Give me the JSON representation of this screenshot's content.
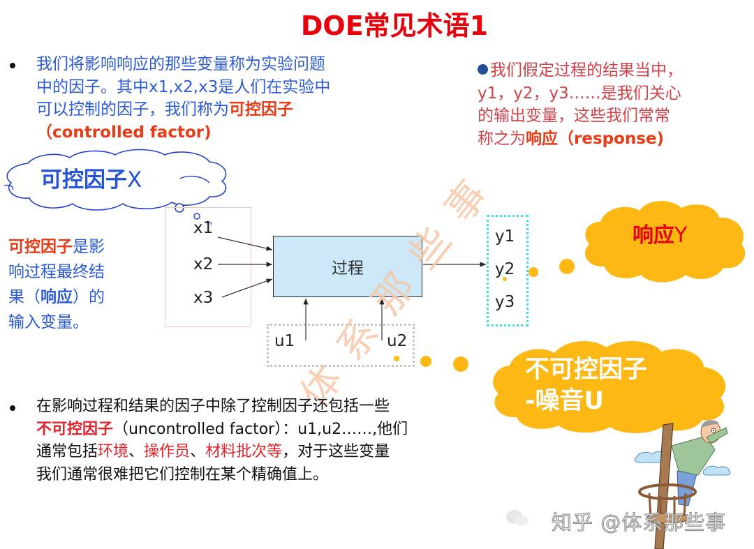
{
  "title": "DOE常见术语1",
  "colors": {
    "title_red": "#e8000b",
    "body_blue": "#2a5ad6",
    "accent_red": "#e83a14",
    "right_text": "#d0424a",
    "cloud_yellow": "#fdb813",
    "process_fill": "#cde9f9",
    "output_box_border": "#3ee0e0"
  },
  "top_left_paragraph": {
    "line1": "我们将影响响应的那些变量称为实验问题",
    "line2": "中的因子。其中x1,x2,x3是人们在实验中",
    "line3_prefix": "可以控制的因子，我们称为",
    "line3_highlight": "可控因子",
    "line4": "（controlled factor)"
  },
  "top_right_paragraph": {
    "line1": "我们假定过程的结果当中，",
    "line2": "y1，y2，y3……是我们关心",
    "line3": "的输出变量，这些我们常常",
    "line4_prefix": "称之为",
    "line4_highlight": "响应（response)"
  },
  "cloud_x": {
    "label": "可控因子",
    "suffix": "X"
  },
  "left_note": {
    "highlight": "可控因子",
    "text1": "是影",
    "line2": "响过程最终结",
    "line3_a": "果（",
    "line3_bold": "响应",
    "line3_b": "）的",
    "line4": "输入变量。"
  },
  "diagram": {
    "inputs": [
      "x1",
      "x2",
      "x3"
    ],
    "process": "过程",
    "outputs": [
      "y1",
      "y2",
      "y3"
    ],
    "noise": [
      "u1",
      "u2"
    ]
  },
  "cloud_y": {
    "label": "响应",
    "suffix": "Y"
  },
  "cloud_u": {
    "line1": "不可控因子",
    "line2": "-噪音U"
  },
  "bottom_paragraph": {
    "line1": "在影响过程和结果的因子中除了控制因子还包括一些",
    "line2_highlight": "不可控因子",
    "line2_rest": "（uncontrolled factor）：u1,u2……,他们",
    "line3_prefix": "通常包括",
    "line3_red1": "环境",
    "line3_sep1": "、",
    "line3_red2": "操作员",
    "line3_sep2": "、",
    "line3_red3": "材料批次等",
    "line3_rest": "，对于这些变量",
    "line4": "我们通常很难把它们控制在某个精确值上。"
  },
  "diagonal_watermark": "体系那些事",
  "footer_watermark": "知乎 @体系那些事"
}
